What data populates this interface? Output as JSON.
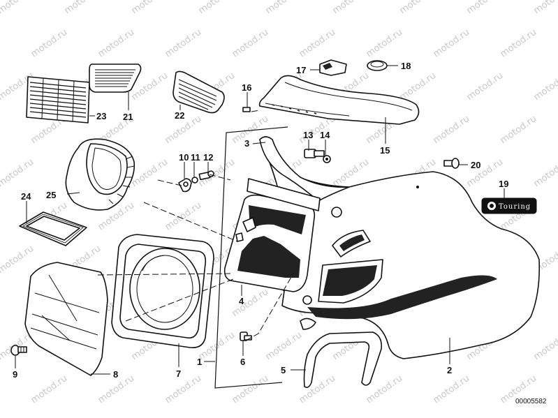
{
  "watermark": "motod.ru",
  "catalog_code": "00005582",
  "badge_text": "Touring",
  "callouts": {
    "c1": "1",
    "c2": "2",
    "c3": "3",
    "c4": "4",
    "c5": "5",
    "c6": "6",
    "c7": "7",
    "c8": "8",
    "c9": "9",
    "c10": "10",
    "c11": "11",
    "c12": "12",
    "c13": "13",
    "c14": "14",
    "c15": "15",
    "c16": "16",
    "c17": "17",
    "c18": "18",
    "c19": "19",
    "c20": "20",
    "c21": "21",
    "c22": "22",
    "c23": "23",
    "c24": "24",
    "c25": "25"
  }
}
